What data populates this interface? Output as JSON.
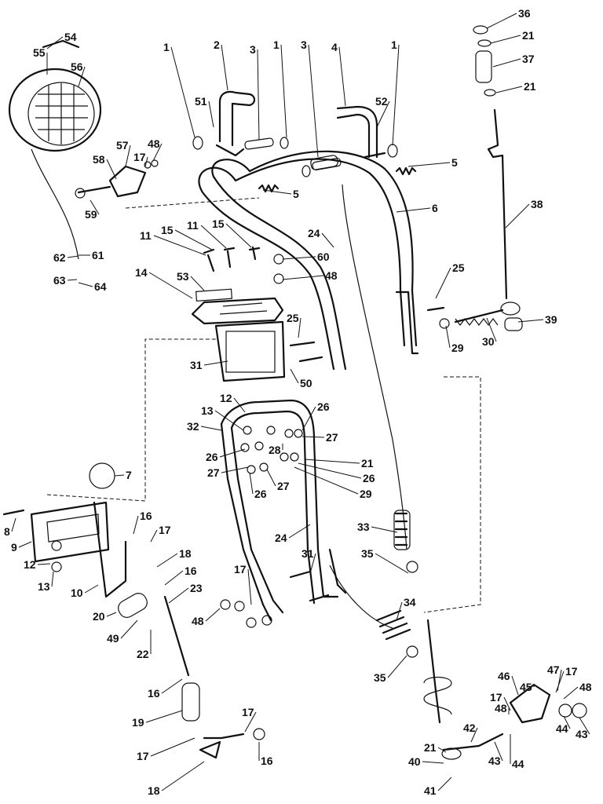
{
  "callouts": [
    {
      "id": "c1a",
      "label": "1"
    },
    {
      "id": "c2",
      "label": "2"
    },
    {
      "id": "c3a",
      "label": "3"
    },
    {
      "id": "c1b",
      "label": "1"
    },
    {
      "id": "c3b",
      "label": "3"
    },
    {
      "id": "c4",
      "label": "4"
    },
    {
      "id": "c1c",
      "label": "1"
    },
    {
      "id": "c36",
      "label": "36"
    },
    {
      "id": "c21a",
      "label": "21"
    },
    {
      "id": "c37",
      "label": "37"
    },
    {
      "id": "c21b",
      "label": "21"
    },
    {
      "id": "c54",
      "label": "54"
    },
    {
      "id": "c55",
      "label": "55"
    },
    {
      "id": "c56",
      "label": "56"
    },
    {
      "id": "c51",
      "label": "51"
    },
    {
      "id": "c52",
      "label": "52"
    },
    {
      "id": "c5a",
      "label": "5"
    },
    {
      "id": "c5b",
      "label": "5"
    },
    {
      "id": "c57",
      "label": "57"
    },
    {
      "id": "c48a",
      "label": "48"
    },
    {
      "id": "c58",
      "label": "58"
    },
    {
      "id": "c17a",
      "label": "17"
    },
    {
      "id": "c59",
      "label": "59"
    },
    {
      "id": "c6",
      "label": "6"
    },
    {
      "id": "c38",
      "label": "38"
    },
    {
      "id": "c24a",
      "label": "24"
    },
    {
      "id": "c11a",
      "label": "11"
    },
    {
      "id": "c15a",
      "label": "15"
    },
    {
      "id": "c11b",
      "label": "11"
    },
    {
      "id": "c15b",
      "label": "15"
    },
    {
      "id": "c60",
      "label": "60"
    },
    {
      "id": "c48b",
      "label": "48"
    },
    {
      "id": "c62",
      "label": "62"
    },
    {
      "id": "c61",
      "label": "61"
    },
    {
      "id": "c63",
      "label": "63"
    },
    {
      "id": "c64",
      "label": "64"
    },
    {
      "id": "c14",
      "label": "14"
    },
    {
      "id": "c53",
      "label": "53"
    },
    {
      "id": "c25a",
      "label": "25"
    },
    {
      "id": "c25b",
      "label": "25"
    },
    {
      "id": "c30",
      "label": "30"
    },
    {
      "id": "c29a",
      "label": "29"
    },
    {
      "id": "c39",
      "label": "39"
    },
    {
      "id": "c31a",
      "label": "31"
    },
    {
      "id": "c50",
      "label": "50"
    },
    {
      "id": "c12a",
      "label": "12"
    },
    {
      "id": "c13a",
      "label": "13"
    },
    {
      "id": "c26a",
      "label": "26"
    },
    {
      "id": "c32",
      "label": "32"
    },
    {
      "id": "c27a",
      "label": "27"
    },
    {
      "id": "c28",
      "label": "28"
    },
    {
      "id": "c26b",
      "label": "26"
    },
    {
      "id": "c21c",
      "label": "21"
    },
    {
      "id": "c27b",
      "label": "27"
    },
    {
      "id": "c26c",
      "label": "26"
    },
    {
      "id": "c26d",
      "label": "26"
    },
    {
      "id": "c27c",
      "label": "27"
    },
    {
      "id": "c29b",
      "label": "29"
    },
    {
      "id": "c7",
      "label": "7"
    },
    {
      "id": "c8",
      "label": "8"
    },
    {
      "id": "c9",
      "label": "9"
    },
    {
      "id": "c16a",
      "label": "16"
    },
    {
      "id": "c17b",
      "label": "17"
    },
    {
      "id": "c12b",
      "label": "12"
    },
    {
      "id": "c13b",
      "label": "13"
    },
    {
      "id": "c18a",
      "label": "18"
    },
    {
      "id": "c10",
      "label": "10"
    },
    {
      "id": "c16b",
      "label": "16"
    },
    {
      "id": "c23",
      "label": "23"
    },
    {
      "id": "c24b",
      "label": "24"
    },
    {
      "id": "c33",
      "label": "33"
    },
    {
      "id": "c35a",
      "label": "35"
    },
    {
      "id": "c17c",
      "label": "17"
    },
    {
      "id": "c31b",
      "label": "31"
    },
    {
      "id": "c20",
      "label": "20"
    },
    {
      "id": "c49",
      "label": "49"
    },
    {
      "id": "c22",
      "label": "22"
    },
    {
      "id": "c48c",
      "label": "48"
    },
    {
      "id": "c34",
      "label": "34"
    },
    {
      "id": "c35b",
      "label": "35"
    },
    {
      "id": "c16c",
      "label": "16"
    },
    {
      "id": "c19",
      "label": "19"
    },
    {
      "id": "c46",
      "label": "46"
    },
    {
      "id": "c45",
      "label": "45"
    },
    {
      "id": "c47",
      "label": "47"
    },
    {
      "id": "c17d",
      "label": "17"
    },
    {
      "id": "c17e",
      "label": "17"
    },
    {
      "id": "c48d",
      "label": "48"
    },
    {
      "id": "c48e",
      "label": "48"
    },
    {
      "id": "c44a",
      "label": "44"
    },
    {
      "id": "c43a",
      "label": "43"
    },
    {
      "id": "c17f",
      "label": "17"
    },
    {
      "id": "c42",
      "label": "42"
    },
    {
      "id": "c17g",
      "label": "17"
    },
    {
      "id": "c21d",
      "label": "21"
    },
    {
      "id": "c16d",
      "label": "16"
    },
    {
      "id": "c43b",
      "label": "43"
    },
    {
      "id": "c44b",
      "label": "44"
    },
    {
      "id": "c40",
      "label": "40"
    },
    {
      "id": "c18b",
      "label": "18"
    },
    {
      "id": "c41",
      "label": "41"
    }
  ]
}
